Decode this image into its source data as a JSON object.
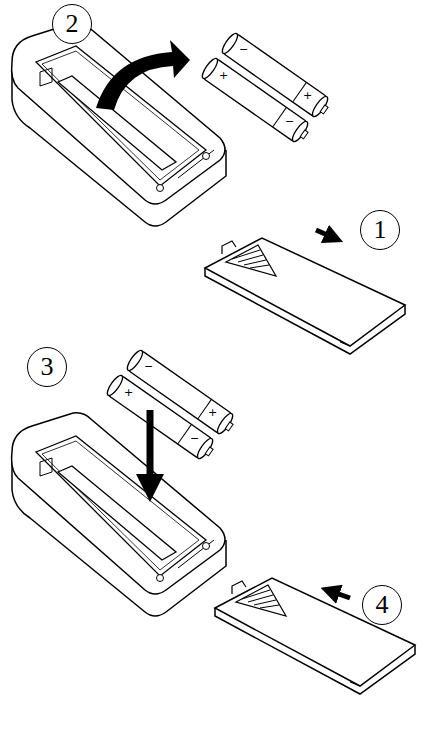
{
  "diagram": {
    "nodes": [
      {
        "text": [
          "2"
        ]
      },
      {
        "text": [
          "1"
        ]
      },
      {
        "text": [
          "3"
        ]
      },
      {
        "text": [
          "4"
        ]
      }
    ],
    "labels": [
      "−",
      "+",
      "+",
      "−",
      "−",
      "+",
      "+",
      "−"
    ]
  }
}
